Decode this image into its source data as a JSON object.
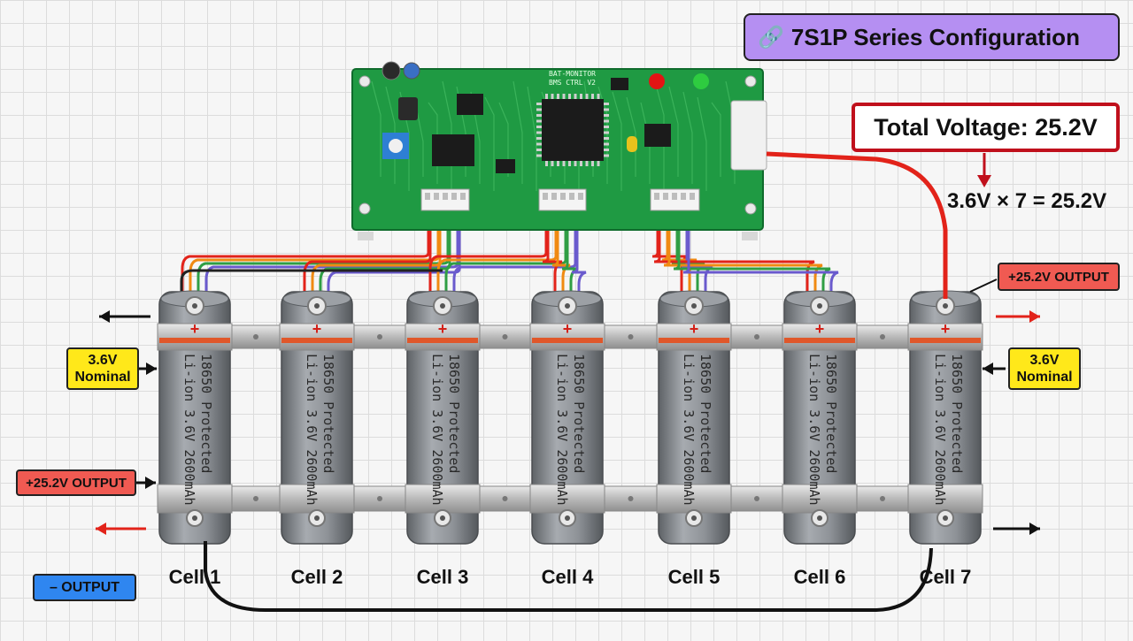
{
  "title": {
    "icon": "link-icon",
    "text": "7S1P Series Configuration",
    "background": "#b58ff2"
  },
  "total_voltage": {
    "label": "Total Voltage: 25.2V",
    "border_color": "#c0101c"
  },
  "formula": "3.6V × 7 = 25.2V",
  "tags": {
    "nominal_left": "3.6V Nominal",
    "nominal_right": "3.6V Nominal",
    "output_pos_left": "+25.2V OUTPUT",
    "output_pos_right": "+25.2V OUTPUT",
    "output_neg": "– OUTPUT"
  },
  "cell_print": {
    "line1": "18650 Protected",
    "line2": "Li-ion 3.6V 2600mAh",
    "terminal_symbol": "+"
  },
  "cells": [
    {
      "label": "Cell 1"
    },
    {
      "label": "Cell 2"
    },
    {
      "label": "Cell 3"
    },
    {
      "label": "Cell 4"
    },
    {
      "label": "Cell 5"
    },
    {
      "label": "Cell 6"
    },
    {
      "label": "Cell 7"
    }
  ],
  "pcb": {
    "silkscreen": [
      "BAT-MONITOR",
      "BMS CTRL V2"
    ],
    "connector_count": 3,
    "leds": [
      "red",
      "green"
    ]
  },
  "colors": {
    "pcb": "#1f9a43",
    "cell_body": "#8b8f94",
    "cell_band": "#e0572a",
    "positive_wire": "#e2231a",
    "negative_wire": "#111111",
    "sense_wires": [
      "#e2231a",
      "#f08a12",
      "#2f9e44",
      "#6a5acd"
    ]
  }
}
